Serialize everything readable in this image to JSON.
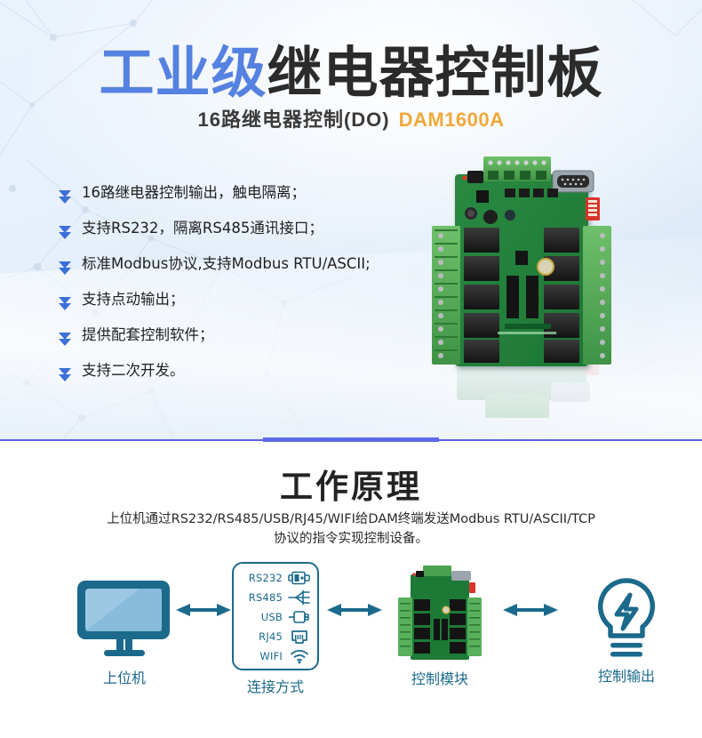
{
  "hero": {
    "title_blue": "工业级",
    "title_dark": "继电器控制板",
    "subtitle_main": "16路继电器控制(DO)",
    "subtitle_model": "DAM1600A",
    "product_image_name": "dam1600a-relay-board-photo",
    "features": [
      "16路继电器控制输出，触电隔离；",
      "支持RS232，隔离RS485通讯接口；",
      "标准Modbus协议,支持Modbus RTU/ASCII;",
      "支持点动输出；",
      "提供配套控制软件；",
      "支持二次开发。"
    ],
    "bullet_icon": "double-chevron-down-icon"
  },
  "colors": {
    "title_blue": "#5581e0",
    "title_dark": "#2b2b2b",
    "model_orange": "#f0a93b",
    "divider_purple": "#5b62e0",
    "teal": "#1b6a8c",
    "screen_blue": "#8ec0e0"
  },
  "principle": {
    "heading": "工作原理",
    "description_line1": "上位机通过RS232/RS485/USB/RJ45/WIFI给DAM终端发送Modbus RTU/ASCII/TCP",
    "description_line2": "协议的指令实现控制设备。",
    "nodes": [
      {
        "id": "host",
        "label": "上位机",
        "icon": "monitor-icon"
      },
      {
        "id": "connection",
        "label": "连接方式",
        "icon": "connection-panel-icon"
      },
      {
        "id": "module",
        "label": "控制模块",
        "icon": "relay-board-icon"
      },
      {
        "id": "output",
        "label": "控制输出",
        "icon": "lightbulb-icon"
      }
    ],
    "connections": [
      {
        "name": "RS232",
        "icon": "db9-serial-icon"
      },
      {
        "name": "RS485",
        "icon": "rs485-bus-icon"
      },
      {
        "name": "USB",
        "icon": "usb-plug-icon"
      },
      {
        "name": "RJ45",
        "icon": "rj45-jack-icon"
      },
      {
        "name": "WIFI",
        "icon": "wifi-icon"
      }
    ],
    "arrows": [
      {
        "id": "arrow-host-connection",
        "icon": "double-arrow-horizontal-icon"
      },
      {
        "id": "arrow-connection-module",
        "icon": "double-arrow-horizontal-icon"
      },
      {
        "id": "arrow-module-output",
        "icon": "double-arrow-horizontal-icon"
      }
    ]
  }
}
